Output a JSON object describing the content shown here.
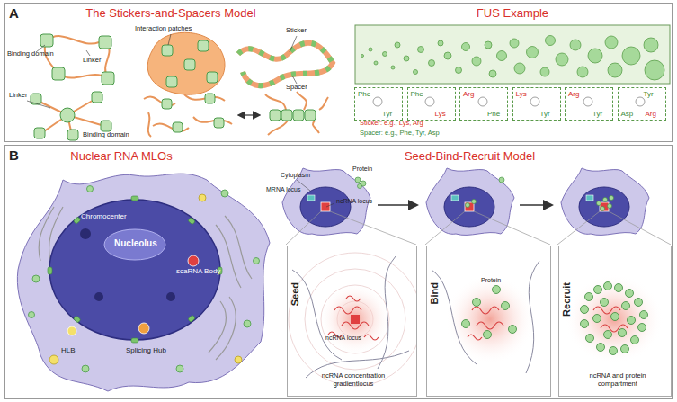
{
  "diagram": {
    "nodes": [
      {
        "text": [
          "A"
        ]
      },
      {
        "text": [
          "Phe",
          "Tyr"
        ],
        "in": 0
      },
      {
        "text": [
          "Phe",
          "Lys"
        ],
        "in": 0
      },
      {
        "text": [
          "Arg",
          "Phe"
        ],
        "in": 0
      },
      {
        "text": [
          "Lys",
          "Tyr"
        ],
        "in": 0
      },
      {
        "text": [
          "Arg",
          "Tyr"
        ],
        "in": 0
      },
      {
        "text": [
          "Tyr",
          "Asp",
          "Arg"
        ],
        "in": 0
      },
      {
        "text": [
          "B"
        ]
      },
      {
        "text": [
          "Seed",
          "ncRNA locus",
          "ncRNA concentration gradientlocus"
        ],
        "in": 7
      },
      {
        "text": [
          "Bind",
          "Protein"
        ],
        "in": 7
      },
      {
        "text": [
          "Recruit",
          "ncRNA and protein compartment"
        ],
        "in": 7
      }
    ],
    "labels": [
      "The Stickers-and-Spacers Model",
      "FUS Example",
      "Binding domain",
      "Linker",
      "Interaction patches",
      "Sticker",
      "Spacer",
      "Linker",
      "Binding domain",
      "Sticker: e.g., Lys, Arg",
      "Spacer: e.g., Phe, Tyr, Asp",
      "Nuclear RNA MLOs",
      "Seed-Bind-Recruit Model",
      "Chromocenter",
      "Nucleolus",
      "scaRNA Body",
      "HLB",
      "Splicing Hub",
      "Cytoplasm",
      "Protein",
      "MRNA locus",
      "ncRNA locus"
    ]
  }
}
